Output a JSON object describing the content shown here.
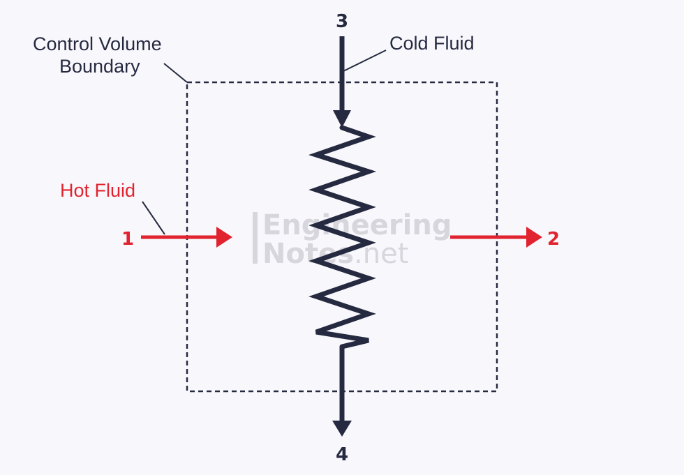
{
  "labels": {
    "boundary_line1": "Control Volume",
    "boundary_line2": "Boundary",
    "cold_fluid": "Cold Fluid",
    "hot_fluid": "Hot Fluid"
  },
  "ports": {
    "inlet_hot": "1",
    "outlet_hot": "2",
    "inlet_cold": "3",
    "outlet_cold": "4"
  },
  "watermark": {
    "line1": "Engineering",
    "line2_bold": "Notes",
    "line2_light": ".net"
  },
  "colors": {
    "hot": "#e0232e",
    "cold": "#262a40",
    "boundary": "#262a40",
    "text": "#262a40",
    "watermark": "#d6d6dc"
  }
}
